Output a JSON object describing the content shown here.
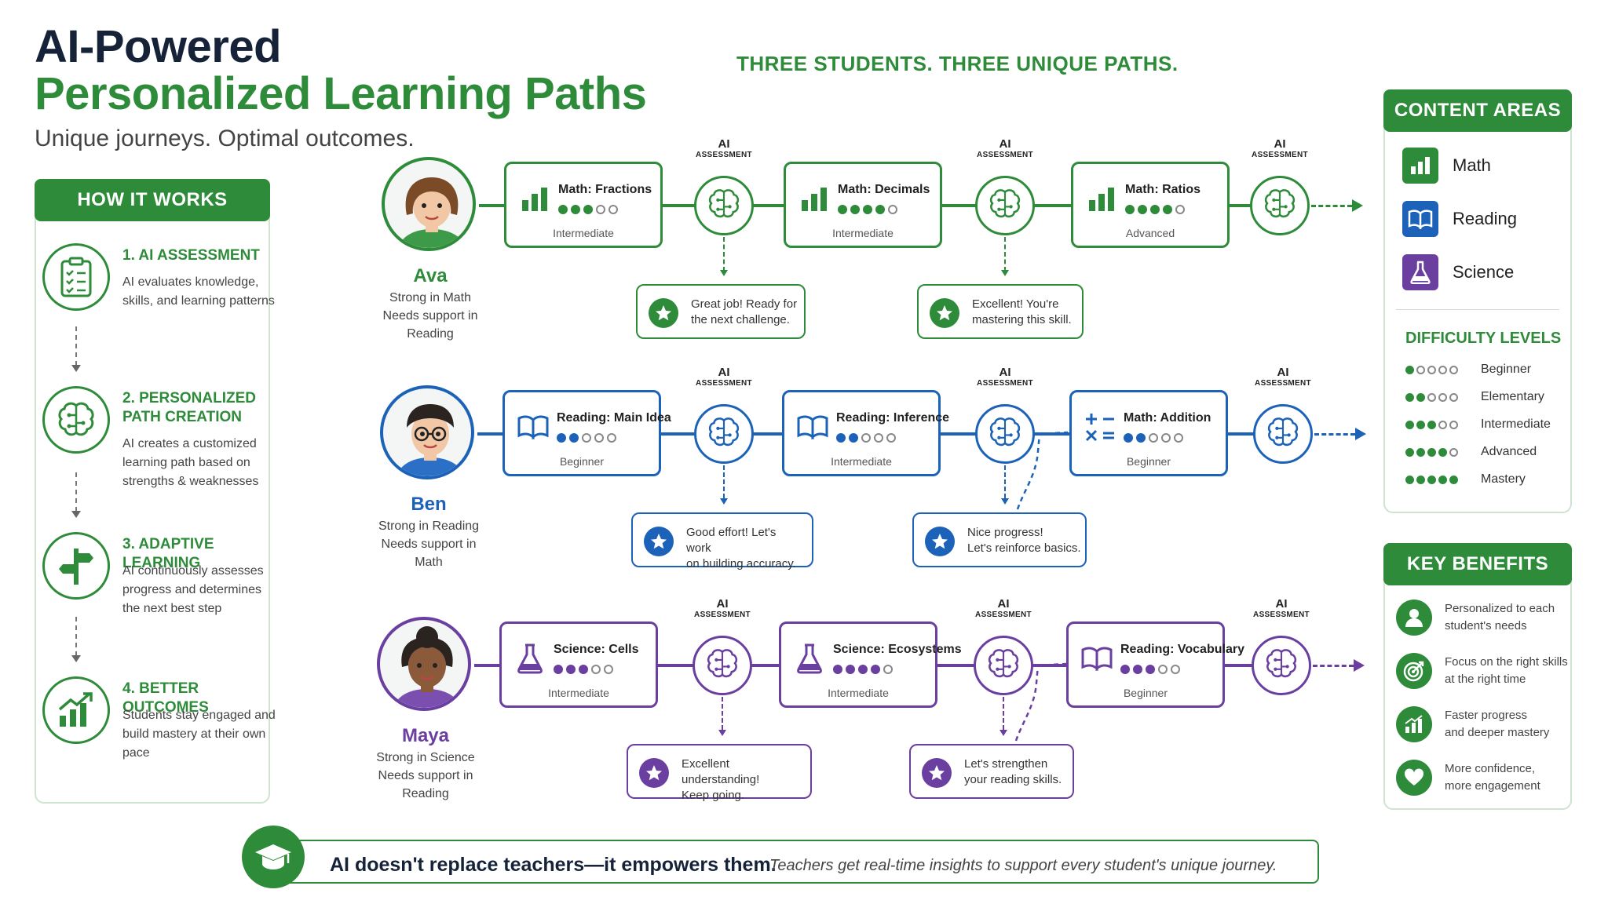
{
  "header": {
    "title_line1": "AI-Powered",
    "title_line2": "Personalized Learning Paths",
    "subtitle": "Unique journeys. Optimal outcomes.",
    "tagline": "THREE STUDENTS.  THREE UNIQUE PATHS."
  },
  "how_it_works": {
    "heading": "HOW IT WORKS",
    "steps": [
      {
        "title": "1.  AI ASSESSMENT",
        "desc": "AI evaluates knowledge, skills, and learning patterns",
        "icon": "clipboard-checklist-icon"
      },
      {
        "title": "2. PERSONALIZED PATH CREATION",
        "desc": "AI creates a customized learning path based on strengths & weaknesses",
        "icon": "brain-circuit-icon"
      },
      {
        "title": "3. ADAPTIVE LEARNING",
        "desc": "AI continuously assesses progress and determines the next best step",
        "icon": "signpost-icon"
      },
      {
        "title": "4. BETTER OUTCOMES",
        "desc": "Students stay engaged and build mastery at their own pace",
        "icon": "growth-chart-icon"
      }
    ]
  },
  "ai_label": {
    "line1": "AI",
    "line2": "ASSESSMENT"
  },
  "students": [
    {
      "name": "Ava",
      "strong": "Strong in Math",
      "support1": "Needs support in",
      "support2": "Reading",
      "color": "#2e8b3a",
      "skills": [
        {
          "label": "Math: Fractions",
          "level": "Intermediate",
          "filled": 3,
          "icon": "bar-chart-icon"
        },
        {
          "label": "Math: Decimals",
          "level": "Intermediate",
          "filled": 4,
          "icon": "bar-chart-icon"
        },
        {
          "label": "Math: Ratios",
          "level": "Advanced",
          "filled": 4,
          "icon": "bar-chart-icon"
        }
      ],
      "feedback": [
        {
          "line1": "Great job! Ready for",
          "line2": "the next challenge."
        },
        {
          "line1": "Excellent! You're",
          "line2": "mastering this skill."
        }
      ]
    },
    {
      "name": "Ben",
      "strong": "Strong in Reading",
      "support1": "Needs support in",
      "support2": "Math",
      "color": "#1c62b8",
      "skills": [
        {
          "label": "Reading: Main Idea",
          "level": "Beginner",
          "filled": 2,
          "icon": "book-icon"
        },
        {
          "label": "Reading: Inference",
          "level": "Intermediate",
          "filled": 2,
          "icon": "book-icon"
        },
        {
          "label": "Math: Addition",
          "level": "Beginner",
          "filled": 2,
          "icon": "plus-minus-icon"
        }
      ],
      "feedback": [
        {
          "line1": "Good effort! Let's work",
          "line2": "on building accuracy."
        },
        {
          "line1": "Nice progress!",
          "line2": "Let's reinforce basics."
        }
      ]
    },
    {
      "name": "Maya",
      "strong": "Strong in Science",
      "support1": "Needs support in",
      "support2": "Reading",
      "color": "#6a3fa0",
      "skills": [
        {
          "label": "Science: Cells",
          "level": "Intermediate",
          "filled": 3,
          "icon": "flask-icon"
        },
        {
          "label": "Science: Ecosystems",
          "level": "Intermediate",
          "filled": 4,
          "icon": "flask-icon"
        },
        {
          "label": "Reading: Vocabulary",
          "level": "Beginner",
          "filled": 3,
          "icon": "book-icon"
        }
      ],
      "feedback": [
        {
          "line1": "Excellent understanding!",
          "line2": "Keep going."
        },
        {
          "line1": "Let's strengthen",
          "line2": "your reading skills."
        }
      ]
    }
  ],
  "content_areas": {
    "heading": "CONTENT AREAS",
    "items": [
      {
        "label": "Math",
        "color": "#2e8b3a",
        "icon": "bar-chart-icon"
      },
      {
        "label": "Reading",
        "color": "#1c62b8",
        "icon": "book-icon"
      },
      {
        "label": "Science",
        "color": "#6a3fa0",
        "icon": "flask-icon"
      }
    ],
    "difficulty_heading": "DIFFICULTY LEVELS",
    "levels": [
      {
        "label": "Beginner",
        "filled": 1
      },
      {
        "label": "Elementary",
        "filled": 2
      },
      {
        "label": "Intermediate",
        "filled": 3
      },
      {
        "label": "Advanced",
        "filled": 4
      },
      {
        "label": "Mastery",
        "filled": 5
      }
    ]
  },
  "key_benefits": {
    "heading": "KEY BENEFITS",
    "items": [
      {
        "line1": "Personalized to each",
        "line2": "student's needs",
        "icon": "person-icon"
      },
      {
        "line1": "Focus on the right skills",
        "line2": "at the right time",
        "icon": "target-icon"
      },
      {
        "line1": "Faster progress",
        "line2": "and deeper mastery",
        "icon": "growth-chart-icon"
      },
      {
        "line1": "More confidence,",
        "line2": "more engagement",
        "icon": "heart-icon"
      }
    ]
  },
  "footer": {
    "main": "AI doesn't replace teachers—it empowers them.",
    "sub": "Teachers get real-time insights to support every student's unique journey."
  }
}
